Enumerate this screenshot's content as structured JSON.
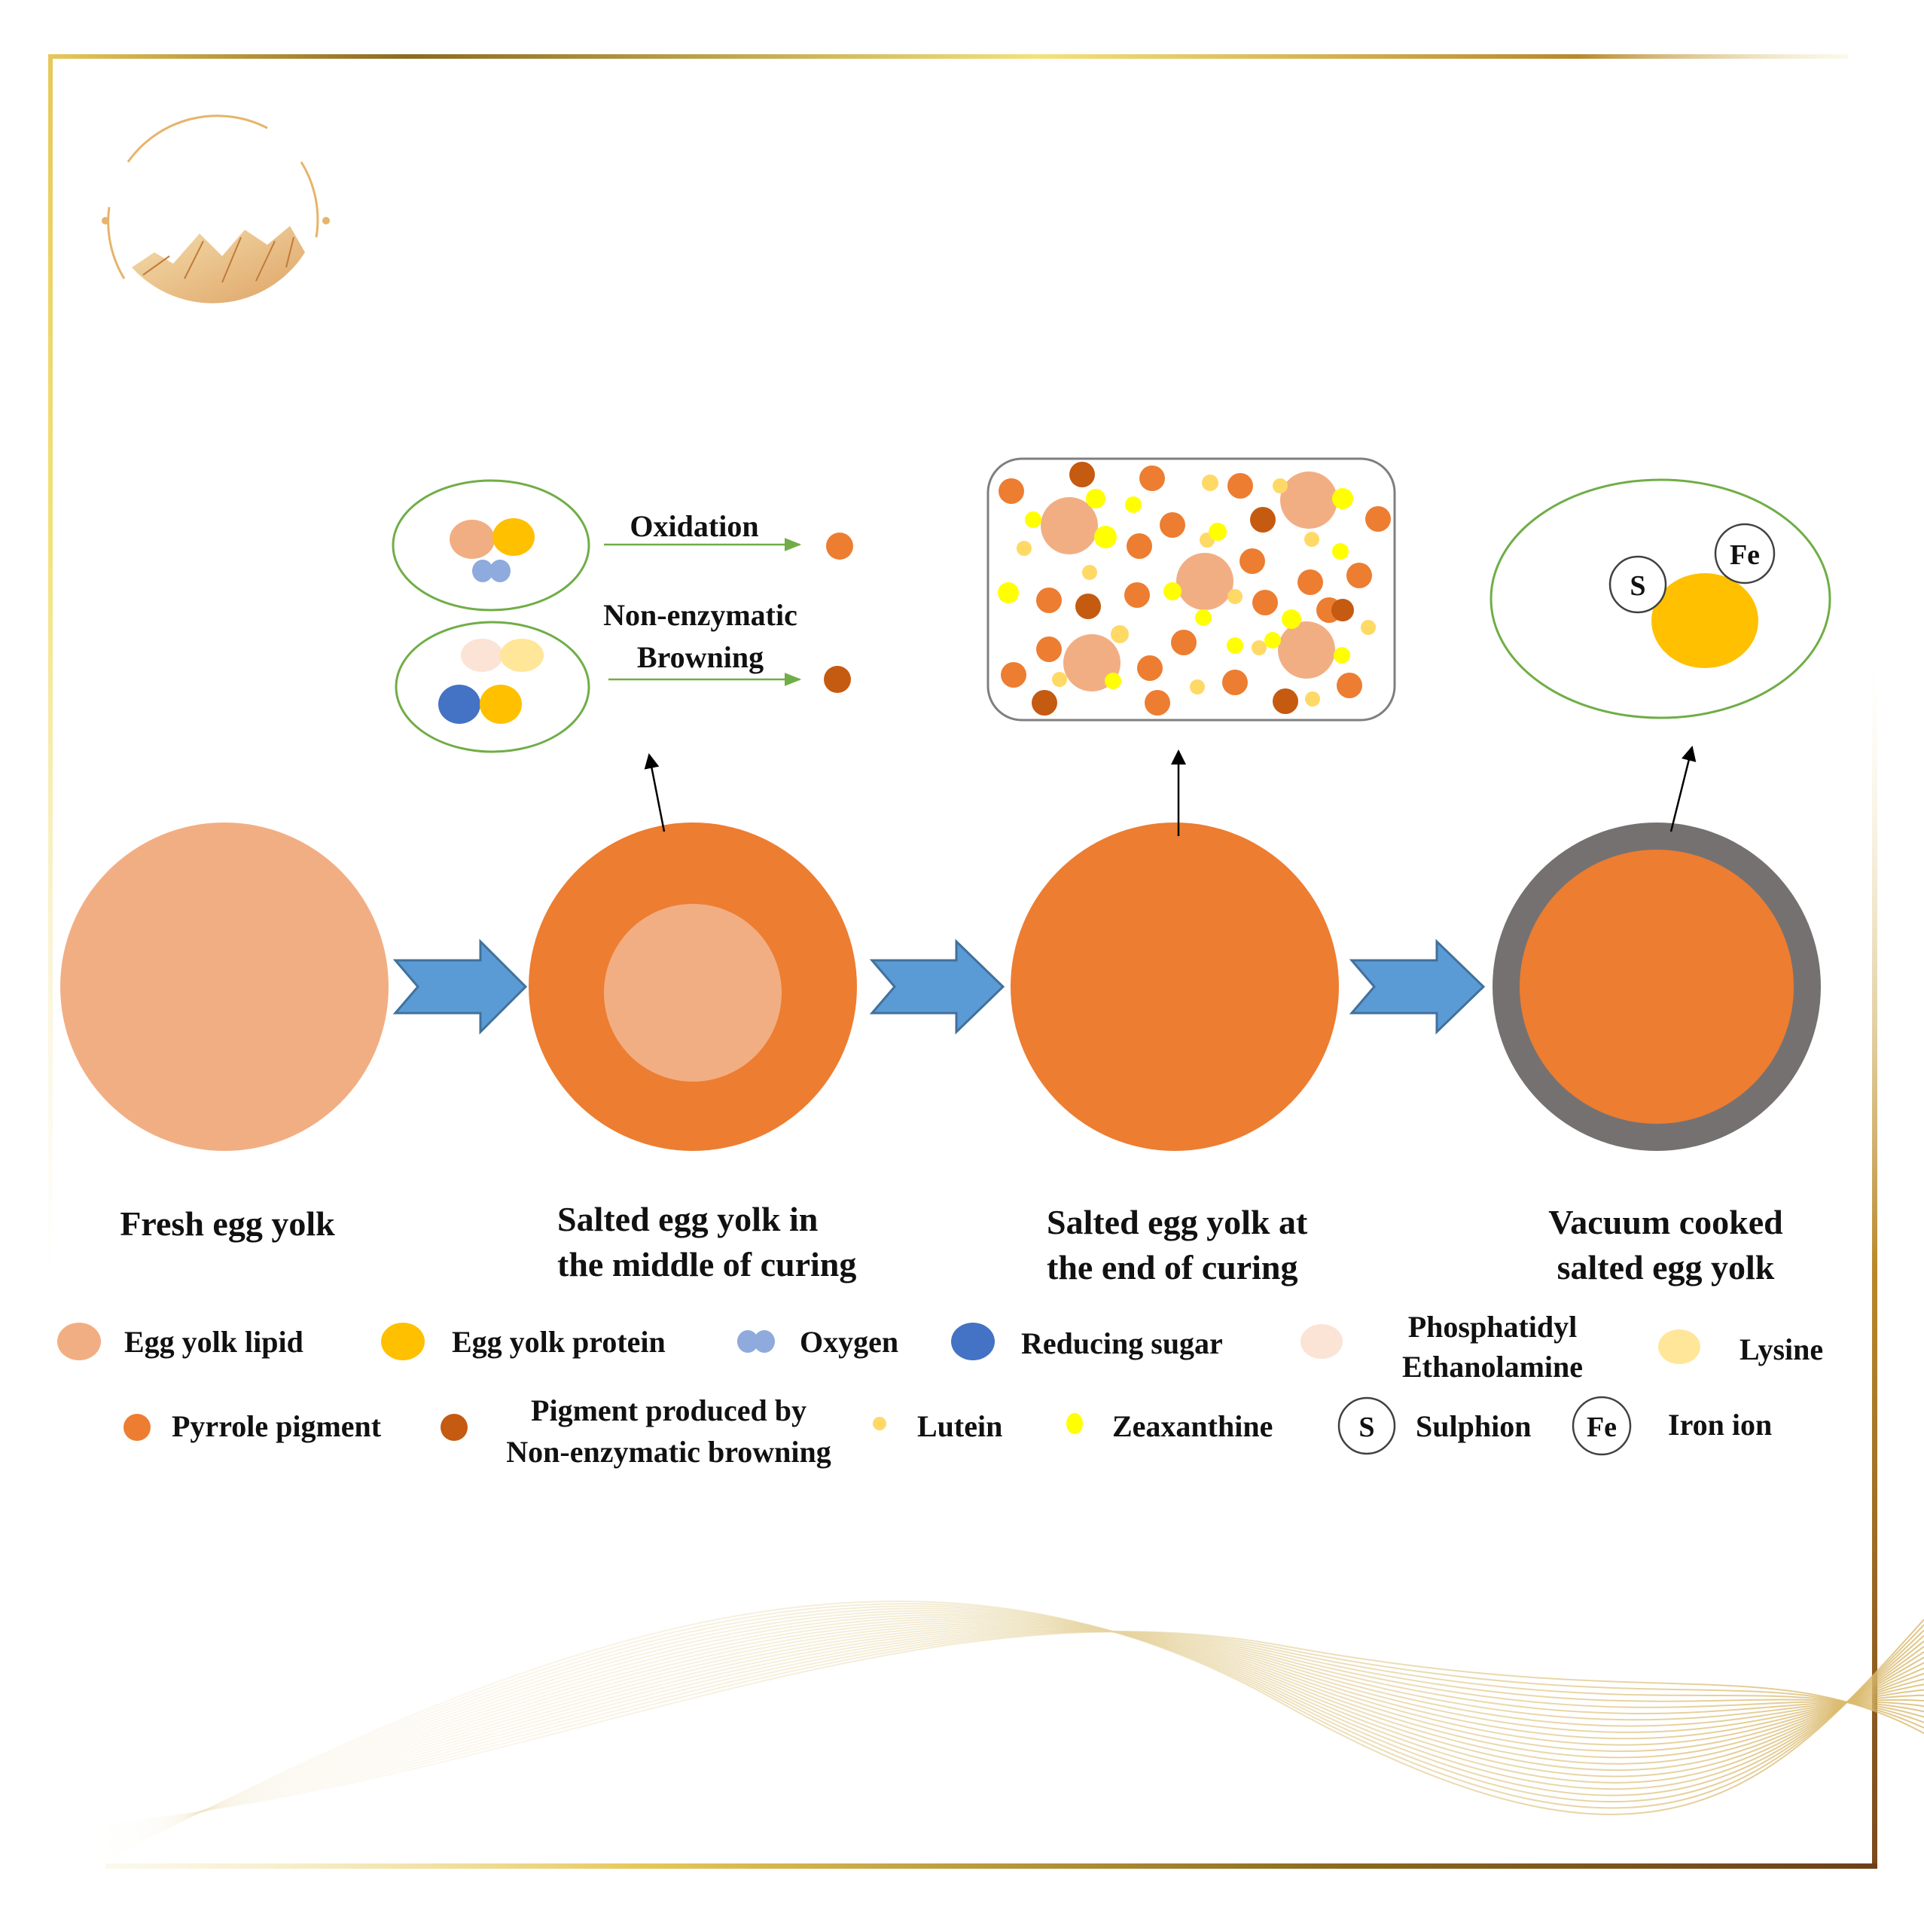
{
  "stages": [
    {
      "id": "fresh",
      "label_lines": [
        "Fresh egg yolk"
      ]
    },
    {
      "id": "middle",
      "label_lines": [
        "Salted egg yolk in",
        "the middle of curing"
      ]
    },
    {
      "id": "end",
      "label_lines": [
        "Salted egg yolk at",
        "the end of curing"
      ]
    },
    {
      "id": "vacuum",
      "label_lines": [
        "Vacuum cooked",
        "salted egg yolk"
      ]
    }
  ],
  "reactions": {
    "oxidation_label": "Oxidation",
    "browning_label_lines": [
      "Non-enzymatic",
      "Browning"
    ]
  },
  "ions": {
    "sulphion": "S",
    "iron": "Fe"
  },
  "legend": {
    "egg_yolk_lipid": "Egg yolk lipid",
    "egg_yolk_protein": "Egg yolk protein",
    "oxygen": "Oxygen",
    "reducing_sugar": "Reducing sugar",
    "phosphatidyl_lines": [
      "Phosphatidyl",
      "Ethanolamine"
    ],
    "lysine": "Lysine",
    "pyrrole_pigment": "Pyrrole pigment",
    "browning_pigment_lines": [
      "Pigment produced by",
      "Non-enzymatic browning"
    ],
    "lutein": "Lutein",
    "zeaxanthine": "Zeaxanthine",
    "sulphion": "Sulphion",
    "iron_ion": "Iron ion",
    "s_symbol": "S",
    "fe_symbol": "Fe"
  },
  "colors": {
    "egg_yolk_lipid": "#F2AE83",
    "egg_yolk_protein": "#FFC000",
    "oxygen": "#8FAADC",
    "reducing_sugar": "#4472C4",
    "phosphatidyl_ethanolamine": "#FBE3D6",
    "lysine": "#FFE699",
    "pyrrole_pigment": "#ED7D31",
    "browning_pigment": "#C55A11",
    "lutein": "#FFD966",
    "zeaxanthine": "#FFFF00",
    "shell": "#767171",
    "arrow": "#5B9BD5",
    "bubble_border": "#70AD47",
    "frame_gold": "#C9A227"
  }
}
